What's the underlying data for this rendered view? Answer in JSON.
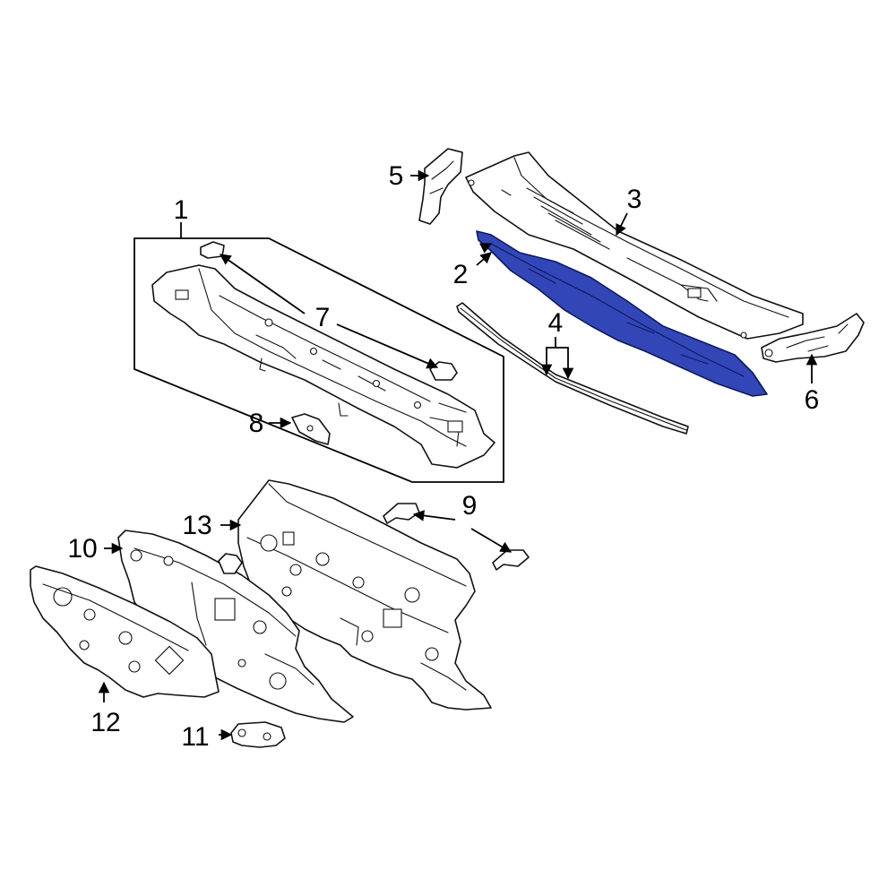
{
  "diagram": {
    "highlight_color": "#3346b8",
    "callouts": [
      {
        "id": "1",
        "label": "1"
      },
      {
        "id": "2",
        "label": "2"
      },
      {
        "id": "3",
        "label": "3"
      },
      {
        "id": "4",
        "label": "4"
      },
      {
        "id": "5",
        "label": "5"
      },
      {
        "id": "6",
        "label": "6"
      },
      {
        "id": "7",
        "label": "7"
      },
      {
        "id": "8",
        "label": "8"
      },
      {
        "id": "9",
        "label": "9"
      },
      {
        "id": "10",
        "label": "10"
      },
      {
        "id": "11",
        "label": "11"
      },
      {
        "id": "12",
        "label": "12"
      },
      {
        "id": "13",
        "label": "13"
      }
    ]
  }
}
